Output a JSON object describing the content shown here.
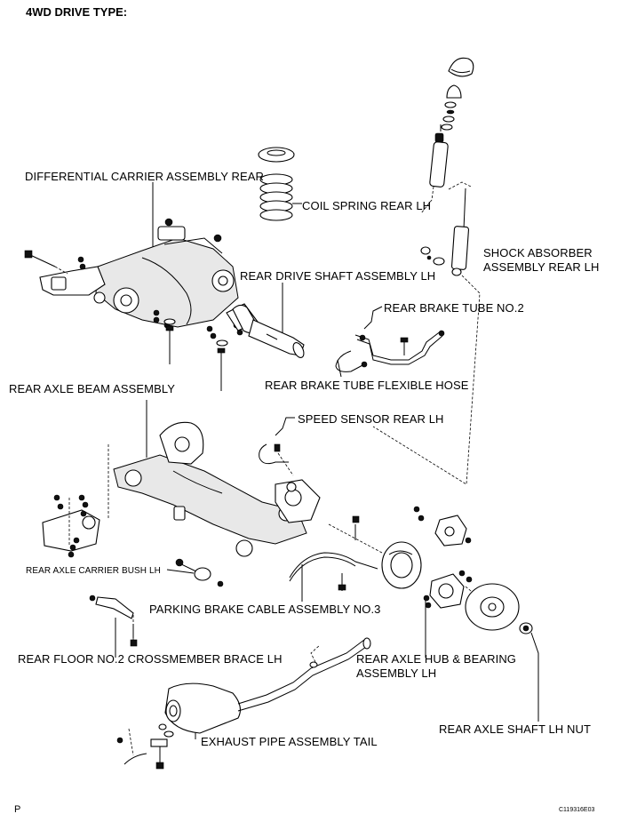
{
  "header": {
    "title": "4WD DRIVE TYPE:"
  },
  "labels": {
    "differential_carrier": "DIFFERENTIAL CARRIER ASSEMBLY REAR",
    "coil_spring": "COIL SPRING REAR LH",
    "shock_absorber_line1": "SHOCK ABSORBER",
    "shock_absorber_line2": "ASSEMBLY REAR LH",
    "rear_drive_shaft": "REAR DRIVE SHAFT ASSEMBLY LH",
    "rear_brake_tube": "REAR BRAKE TUBE NO.2",
    "rear_axle_beam": "REAR AXLE BEAM ASSEMBLY",
    "brake_tube_flexible_hose": "REAR BRAKE TUBE FLEXIBLE HOSE",
    "speed_sensor": "SPEED SENSOR REAR LH",
    "carrier_bush": "REAR AXLE CARRIER BUSH LH",
    "parking_brake_cable": "PARKING BRAKE CABLE ASSEMBLY NO.3",
    "crossmember_brace": "REAR FLOOR NO.2 CROSSMEMBER BRACE LH",
    "hub_bearing_line1": "REAR AXLE HUB & BEARING",
    "hub_bearing_line2": "ASSEMBLY LH",
    "axle_shaft_nut": "REAR AXLE SHAFT LH NUT",
    "exhaust_pipe": "EXHAUST PIPE ASSEMBLY TAIL"
  },
  "footer": {
    "page_letter": "P",
    "figure_code": "C119316E03"
  }
}
